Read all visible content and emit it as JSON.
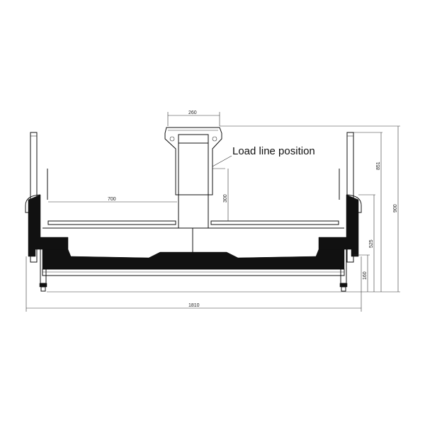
{
  "drawing": {
    "callout": "Load line position",
    "dimensions": {
      "head_width": "260",
      "shelf_length": "700",
      "load_height": "300",
      "post_height": "851",
      "total_height": "900",
      "wall_height": "525",
      "base_height": "160",
      "total_width": "1810"
    }
  }
}
